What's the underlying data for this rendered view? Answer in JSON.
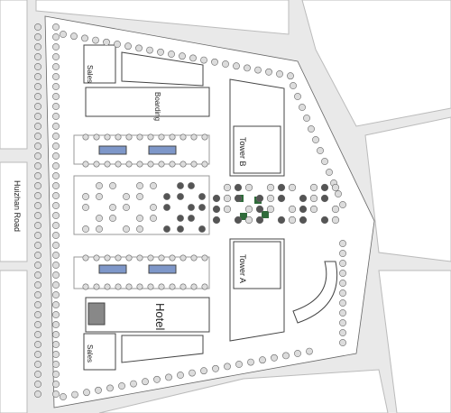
{
  "plan": {
    "road_label": "Huizhan Road",
    "buildings": [
      {
        "id": "sales-north",
        "label": "Sales"
      },
      {
        "id": "boarding",
        "label": "Boarding"
      },
      {
        "id": "tower-b",
        "label": "Tower B"
      },
      {
        "id": "tower-a",
        "label": "Tower A"
      },
      {
        "id": "hotel",
        "label": "Hotel"
      },
      {
        "id": "sales-south",
        "label": "Sales"
      }
    ],
    "colors": {
      "road": "#ededed",
      "outline": "#444444",
      "tree_light": "#dcdcdc",
      "tree_dark": "#555555",
      "pool": "#7e97c9",
      "green_tile": "#2f6b3a"
    }
  }
}
